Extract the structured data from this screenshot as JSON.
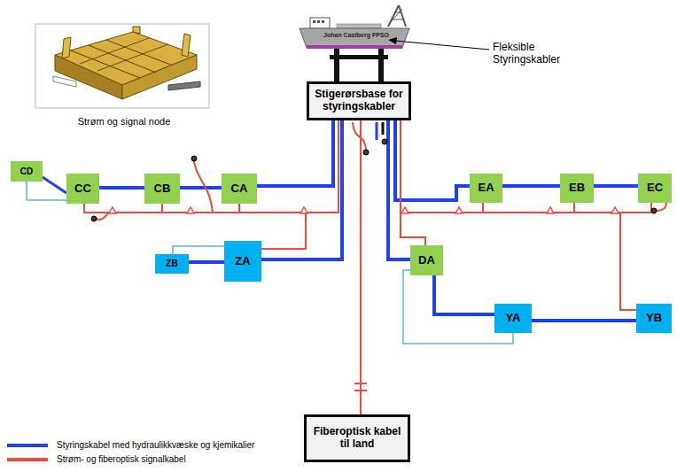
{
  "diagram": {
    "nodes": [
      {
        "text": [
          "Stigerørsbase for styringskabler"
        ]
      },
      {
        "text": [
          "CD"
        ]
      },
      {
        "text": [
          "CC"
        ]
      },
      {
        "text": [
          "CB"
        ]
      },
      {
        "text": [
          "CA"
        ]
      },
      {
        "text": [
          "EA"
        ]
      },
      {
        "text": [
          "EB"
        ]
      },
      {
        "text": [
          "EC"
        ]
      },
      {
        "text": [
          "ZB"
        ]
      },
      {
        "text": [
          "ZA"
        ]
      },
      {
        "text": [
          "DA"
        ]
      },
      {
        "text": [
          "YA"
        ]
      },
      {
        "text": [
          "YB"
        ]
      },
      {
        "text": [
          "Fiberoptisk kabel til land"
        ]
      }
    ],
    "edges": [
      {
        "from": 0,
        "to": 4,
        "arrow": "none"
      },
      {
        "from": 4,
        "to": 3,
        "arrow": "none"
      },
      {
        "from": 3,
        "to": 2,
        "arrow": "none"
      },
      {
        "from": 2,
        "to": 1,
        "arrow": "none"
      },
      {
        "from": 2,
        "to": 1,
        "arrow": "none"
      },
      {
        "from": 0,
        "to": 9,
        "arrow": "none"
      },
      {
        "from": 9,
        "to": 8,
        "arrow": "none"
      },
      {
        "from": 9,
        "to": 8,
        "arrow": "none"
      },
      {
        "from": 0,
        "to": 5,
        "arrow": "none"
      },
      {
        "from": 5,
        "to": 6,
        "arrow": "none"
      },
      {
        "from": 6,
        "to": 7,
        "arrow": "none"
      },
      {
        "from": 0,
        "to": 10,
        "arrow": "none"
      },
      {
        "from": 10,
        "to": 11,
        "arrow": "none"
      },
      {
        "from": 10,
        "to": 11,
        "arrow": "none"
      },
      {
        "from": 11,
        "to": 12,
        "arrow": "none"
      },
      {
        "from": 0,
        "to": 4,
        "arrow": "none"
      },
      {
        "from": 0,
        "to": 3,
        "arrow": "none"
      },
      {
        "from": 0,
        "to": 2,
        "arrow": "none"
      },
      {
        "from": 0,
        "to": 9,
        "arrow": "none"
      },
      {
        "from": 0,
        "to": 13,
        "arrow": "none"
      },
      {
        "from": 0,
        "to": 5,
        "arrow": "none"
      },
      {
        "from": 0,
        "to": 6,
        "arrow": "none"
      },
      {
        "from": 0,
        "to": 7,
        "arrow": "none"
      },
      {
        "from": 0,
        "to": 10,
        "arrow": "none"
      },
      {
        "from": 0,
        "to": 12,
        "arrow": "none"
      }
    ],
    "labels": [
      "Strøm og signal node",
      "Johan Castberg FPSO",
      "Fleksible Styringskabler"
    ],
    "legend": [
      {
        "text": "Styringskabel med hydraulikkvæske og kjemikalier",
        "color": "#1f3fff"
      },
      {
        "text": "Strøm- og fiberoptisk signalkabel",
        "color": "#f04a3a"
      }
    ]
  }
}
